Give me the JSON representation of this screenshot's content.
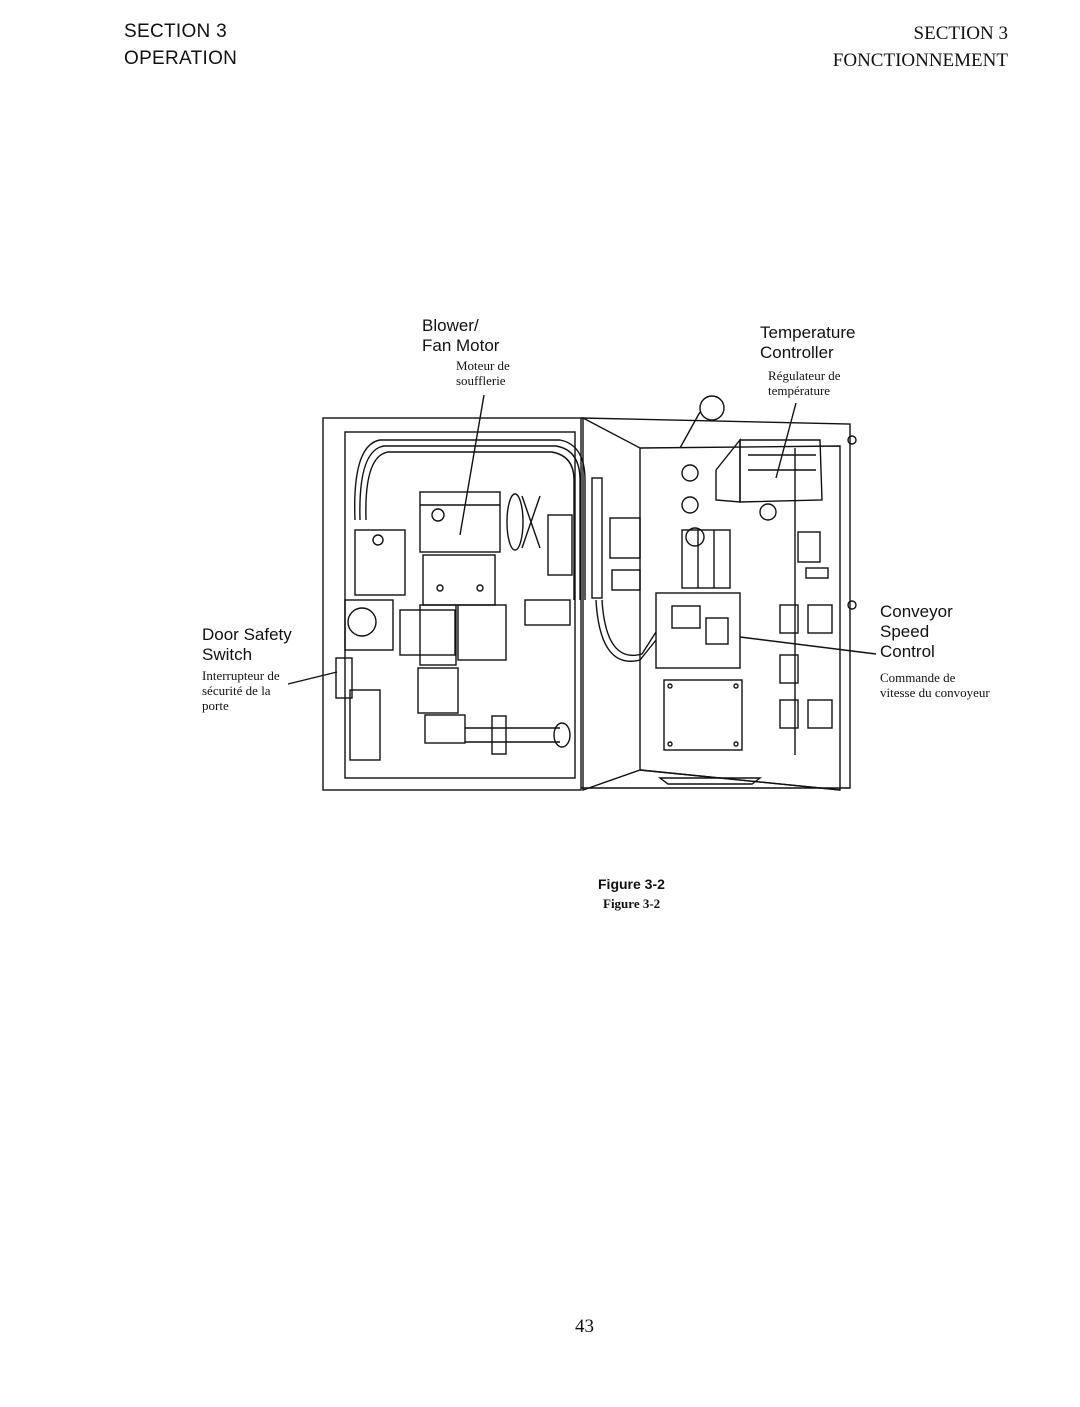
{
  "header": {
    "left_line1": "SECTION 3",
    "left_line2": "OPERATION",
    "right_line1": "SECTION 3",
    "right_line2": "FONCTIONNEMENT"
  },
  "figure": {
    "labels": {
      "blower_en_1": "Blower/",
      "blower_en_2": "Fan Motor",
      "blower_fr_1": "Moteur de",
      "blower_fr_2": "soufflerie",
      "temp_en_1": "Temperature",
      "temp_en_2": "Controller",
      "temp_fr_1": "Régulateur de",
      "temp_fr_2": "température",
      "door_en_1": "Door Safety",
      "door_en_2": "Switch",
      "door_fr_1": "Interrupteur de",
      "door_fr_2": "sécurité de la",
      "door_fr_3": "porte",
      "conv_en_1": "Conveyor",
      "conv_en_2": "Speed",
      "conv_en_3": "Control",
      "conv_fr_1": "Commande de",
      "conv_fr_2": "vitesse du convoyeur"
    },
    "caption_en": "Figure 3-2",
    "caption_fr": "Figure 3-2"
  },
  "page_number": "43"
}
